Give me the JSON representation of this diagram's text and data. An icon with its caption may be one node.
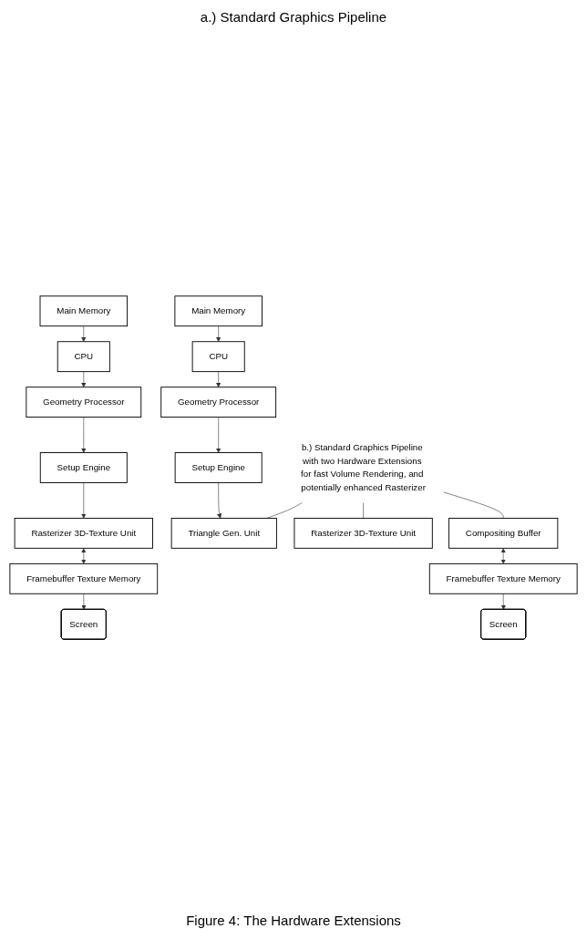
{
  "diagram": {
    "caption": "Figure 4: The Hardware Extensions",
    "nodes": [
      {
        "text": [
          "Main Memory"
        ]
      },
      {
        "text": [
          "CPU"
        ]
      },
      {
        "text": [
          "Geometry Processor"
        ]
      },
      {
        "text": [
          "Setup Engine"
        ]
      },
      {
        "text": [
          "Rasterizer 3D-Texture Unit"
        ]
      },
      {
        "text": [
          "Framebuffer Texture Memory"
        ]
      },
      {
        "text": [
          "Screen"
        ]
      },
      {
        "text": [
          "Main Memory"
        ]
      },
      {
        "text": [
          "CPU"
        ]
      },
      {
        "text": [
          "Geometry Processor"
        ]
      },
      {
        "text": [
          "Setup Engine"
        ]
      },
      {
        "text": [
          "Triangle Gen. Unit"
        ]
      },
      {
        "text": [
          "Rasterizer 3D-Texture Unit"
        ]
      },
      {
        "text": [
          "Compositing Buffer"
        ]
      },
      {
        "text": [
          "Framebuffer Texture Memory"
        ]
      },
      {
        "text": [
          "Screen"
        ]
      },
      {
        "text": [
          "b.) Standard Graphics Pipeline with two Hardware Extensions for fast Volume Rendering, and potentially enhanced Rasterizer"
        ]
      }
    ],
    "edges": [
      {
        "from": 0,
        "to": 1,
        "arrow": "to"
      },
      {
        "from": 1,
        "to": 2,
        "arrow": "to"
      },
      {
        "from": 2,
        "to": 3,
        "arrow": "to"
      },
      {
        "from": 3,
        "to": 4,
        "arrow": "to"
      },
      {
        "from": 4,
        "to": 5,
        "arrow": "both"
      },
      {
        "from": 5,
        "to": 6,
        "arrow": "to"
      },
      {
        "from": 7,
        "to": 8,
        "arrow": "to"
      },
      {
        "from": 8,
        "to": 9,
        "arrow": "to"
      },
      {
        "from": 9,
        "to": 10,
        "arrow": "to"
      },
      {
        "from": 10,
        "to": 11,
        "arrow": "to"
      },
      {
        "from": 13,
        "to": 14,
        "arrow": "both"
      },
      {
        "from": 14,
        "to": 15,
        "arrow": "to"
      },
      {
        "from": 16,
        "to": 11,
        "arrow": "none"
      },
      {
        "from": 16,
        "to": 12,
        "arrow": "none"
      },
      {
        "from": 16,
        "to": 13,
        "arrow": "none"
      }
    ],
    "labels": [
      "a.) Standard Graphics Pipeline"
    ]
  }
}
